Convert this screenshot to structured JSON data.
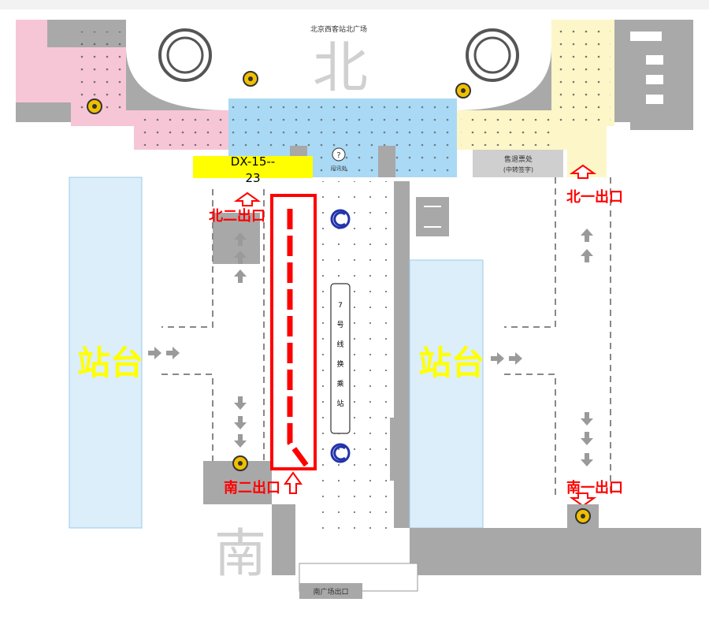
{
  "top_plaza_label": "北京西客站北广场",
  "north_char": "北",
  "south_char": "南",
  "ad_code": "DX-15--",
  "ad_code_line2": "23",
  "exit_north_two": "北二出口",
  "exit_north_one": "北一出口",
  "exit_south_two": "南二出口",
  "exit_south_one": "南一出口",
  "platform_left": "站台",
  "platform_right": "站台",
  "ticket_office": "售退票处",
  "ticket_office_sub": "(中转签字)",
  "inquiry_label": "问讯处",
  "inquiry_mark": "?",
  "metro_station_chars": [
    "7",
    "号",
    "线",
    "换",
    "乘",
    "站"
  ],
  "south_plaza_exit": "南广场出口",
  "colors": {
    "pink_zone": "#f7c6d6",
    "yellow_zone": "#fdf6c8",
    "blue_hall": "#a9d9f5",
    "platform": "#dbeefa",
    "gray": "#a8a8a8",
    "red": "#ff0000",
    "ad_yellow": "#ffff00",
    "platform_text": "#ffff00",
    "metro_blue": "#2233aa"
  }
}
